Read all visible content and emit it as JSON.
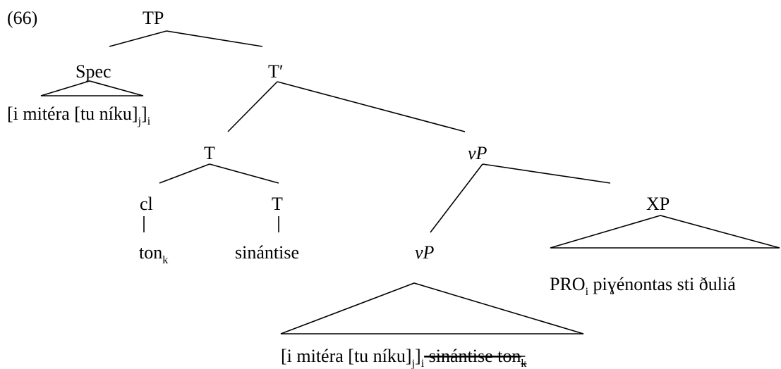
{
  "example_number": "(66)",
  "nodes": {
    "tp": "TP",
    "spec": "Spec",
    "t_bar": "T′",
    "t_head": "T",
    "vp_upper": "vP",
    "cl": "cl",
    "t_lower": "T",
    "xp": "XP",
    "vp_lower": "vP"
  },
  "leaves": {
    "spec_subject": {
      "part1": "[i mitéra [tu níku]",
      "sub1": "j",
      "part2": "]",
      "sub2": "i"
    },
    "clitic": {
      "base": "ton",
      "sub": "k"
    },
    "verb": "sinántise",
    "xp_content": {
      "part1": "PRO",
      "sub1": "i",
      "part2": " piɣénontas sti ðuliá"
    },
    "vp_content": {
      "part1": "[i mitéra [tu níku]",
      "sub1": "j",
      "part2": "]",
      "sub2": "i",
      "struck_verb": " sinántise",
      "struck_clitic": " ton",
      "struck_clitic_sub": "k"
    }
  }
}
